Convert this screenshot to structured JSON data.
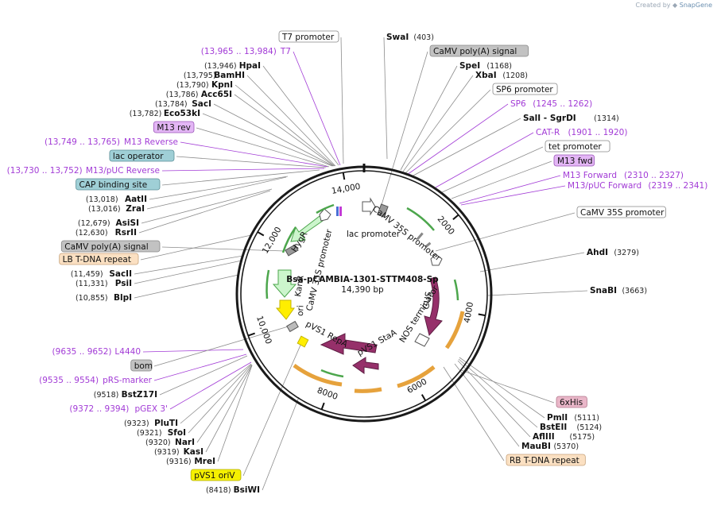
{
  "credit": {
    "prefix": "Created by",
    "brand": "SnapGene"
  },
  "plasmid": {
    "name": "Bsa-pCAMBIA-1301-STTM408-Sp",
    "size": "14,390 bp",
    "length": 14390
  },
  "ticks": [
    {
      "label": "2000",
      "pos": 2000
    },
    {
      "label": "4000",
      "pos": 4000
    },
    {
      "label": "6000",
      "pos": 6000
    },
    {
      "label": "8000",
      "pos": 8000
    },
    {
      "label": "10,000",
      "pos": 10000
    },
    {
      "label": "12,000",
      "pos": 12000
    },
    {
      "label": "14,000",
      "pos": 14000
    }
  ],
  "colors": {
    "backbone": "#1a1a1a",
    "enzyme_line": "#8c8c8c",
    "primer": "#a23bd6",
    "gus": "#96306a",
    "repa": "#96306a",
    "hygr": "#ccf5cc",
    "kanr": "#ccf5cc",
    "ori": "#ffee00",
    "orange": "#e6a23c",
    "green_line": "#4ca64c"
  },
  "right_labels": [
    {
      "id": "swai",
      "kind": "enzyme",
      "name": "SwaI",
      "pos": "(403)"
    },
    {
      "id": "camv-polya-r",
      "kind": "feature",
      "name": "CaMV poly(A) signal",
      "style": "gray"
    },
    {
      "id": "spei",
      "kind": "enzyme",
      "name": "SpeI",
      "pos": "(1168)"
    },
    {
      "id": "xbai",
      "kind": "enzyme",
      "name": "XbaI",
      "pos": "(1208)"
    },
    {
      "id": "sp6-promoter",
      "kind": "feature",
      "name": "SP6 promoter",
      "style": "white"
    },
    {
      "id": "sp6",
      "kind": "primer",
      "name": "SP6",
      "pos": "(1245 .. 1262)"
    },
    {
      "id": "sali-sgrdi",
      "kind": "enzyme",
      "name": "SalI  - SgrDI",
      "pos": "(1314)"
    },
    {
      "id": "cat-r",
      "kind": "primer",
      "name": "CAT-R",
      "pos": "(1901 .. 1920)"
    },
    {
      "id": "tet-promoter",
      "kind": "feature",
      "name": "tet promoter",
      "style": "white"
    },
    {
      "id": "m13-fwd-box",
      "kind": "feature",
      "name": "M13 fwd",
      "style": "purple"
    },
    {
      "id": "m13-forward",
      "kind": "primer",
      "name": "M13 Forward",
      "pos": "(2310 .. 2327)"
    },
    {
      "id": "m13-puc-forward",
      "kind": "primer",
      "name": "M13/pUC Forward",
      "pos": "(2319 .. 2341)"
    },
    {
      "id": "camv35s-r",
      "kind": "feature",
      "name": "CaMV 35S promoter",
      "style": "white"
    },
    {
      "id": "ahdi",
      "kind": "enzyme",
      "name": "AhdI",
      "pos": "(3279)"
    },
    {
      "id": "snabi",
      "kind": "enzyme",
      "name": "SnaBI",
      "pos": "(3663)"
    },
    {
      "id": "6xhis",
      "kind": "feature",
      "name": "6xHis",
      "style": "pink"
    },
    {
      "id": "pmli",
      "kind": "enzyme",
      "name": "PmlI",
      "pos": "(5111)"
    },
    {
      "id": "bsteii",
      "kind": "enzyme",
      "name": "BstEII",
      "pos": "(5124)"
    },
    {
      "id": "afliii",
      "kind": "enzyme",
      "name": "AflIII",
      "pos": "(5175)"
    },
    {
      "id": "maubi",
      "kind": "enzyme",
      "name": "MauBI",
      "pos": "(5370)"
    },
    {
      "id": "rb-tdna",
      "kind": "feature",
      "name": "RB T-DNA repeat",
      "style": "peach"
    }
  ],
  "left_labels": [
    {
      "id": "t7-promoter",
      "kind": "feature",
      "name": "T7 promoter",
      "style": "white"
    },
    {
      "id": "t7",
      "kind": "primer",
      "name": "T7",
      "pos": "(13,965 .. 13,984)"
    },
    {
      "id": "hpai",
      "kind": "enzyme",
      "name": "HpaI",
      "pos": "(13,946)"
    },
    {
      "id": "bamhi",
      "kind": "enzyme",
      "name": "BamHI",
      "pos": "(13,795)"
    },
    {
      "id": "kpni",
      "kind": "enzyme",
      "name": "KpnI",
      "pos": "(13,790)"
    },
    {
      "id": "acc65i",
      "kind": "enzyme",
      "name": "Acc65I",
      "pos": "(13,786)"
    },
    {
      "id": "saci",
      "kind": "enzyme",
      "name": "SacI",
      "pos": "(13,784)"
    },
    {
      "id": "eco53ki",
      "kind": "enzyme",
      "name": "Eco53kI",
      "pos": "(13,782)"
    },
    {
      "id": "m13-rev-box",
      "kind": "feature",
      "name": "M13 rev",
      "style": "purple"
    },
    {
      "id": "m13-reverse",
      "kind": "primer",
      "name": "M13 Reverse",
      "pos": "(13,749 .. 13,765)"
    },
    {
      "id": "lac-operator",
      "kind": "feature",
      "name": "lac operator",
      "style": "teal"
    },
    {
      "id": "m13-puc-reverse",
      "kind": "primer",
      "name": "M13/pUC Reverse",
      "pos": "(13,730 .. 13,752)"
    },
    {
      "id": "cap-binding",
      "kind": "feature",
      "name": "CAP binding site",
      "style": "teal"
    },
    {
      "id": "aatii",
      "kind": "enzyme",
      "name": "AatII",
      "pos": "(13,018)"
    },
    {
      "id": "zrai",
      "kind": "enzyme",
      "name": "ZraI",
      "pos": "(13,016)"
    },
    {
      "id": "asisi",
      "kind": "enzyme",
      "name": "AsiSI",
      "pos": "(12,679)"
    },
    {
      "id": "rsrii",
      "kind": "enzyme",
      "name": "RsrII",
      "pos": "(12,630)"
    },
    {
      "id": "camv-polya-l",
      "kind": "feature",
      "name": "CaMV poly(A) signal",
      "style": "gray"
    },
    {
      "id": "lb-tdna",
      "kind": "feature",
      "name": "LB T-DNA repeat",
      "style": "peach"
    },
    {
      "id": "sacii",
      "kind": "enzyme",
      "name": "SacII",
      "pos": "(11,459)"
    },
    {
      "id": "psii",
      "kind": "enzyme",
      "name": "PsiI",
      "pos": "(11,331)"
    },
    {
      "id": "blpi",
      "kind": "enzyme",
      "name": "BlpI",
      "pos": "(10,855)"
    },
    {
      "id": "l4440",
      "kind": "primer",
      "name": "L4440",
      "pos": "(9635 .. 9652)"
    },
    {
      "id": "bom",
      "kind": "feature",
      "name": "bom",
      "style": "gray"
    },
    {
      "id": "prs-marker",
      "kind": "primer",
      "name": "pRS-marker",
      "pos": "(9535 .. 9554)"
    },
    {
      "id": "bstz17i",
      "kind": "enzyme",
      "name": "BstZ17I",
      "pos": "(9518)"
    },
    {
      "id": "pgex3",
      "kind": "primer",
      "name": "pGEX 3'",
      "pos": "(9372 .. 9394)"
    },
    {
      "id": "plutI",
      "kind": "enzyme",
      "name": "PluTI",
      "pos": "(9323)"
    },
    {
      "id": "sfoi",
      "kind": "enzyme",
      "name": "SfoI",
      "pos": "(9321)"
    },
    {
      "id": "nari",
      "kind": "enzyme",
      "name": "NarI",
      "pos": "(9320)"
    },
    {
      "id": "kasi",
      "kind": "enzyme",
      "name": "KasI",
      "pos": "(9319)"
    },
    {
      "id": "mrei",
      "kind": "enzyme",
      "name": "MreI",
      "pos": "(9316)"
    },
    {
      "id": "pvs1-oriv",
      "kind": "feature",
      "name": "pVS1 oriV",
      "style": "yellow"
    },
    {
      "id": "bsiwi",
      "kind": "enzyme",
      "name": "BsiWI",
      "pos": "(8418)"
    }
  ],
  "inner_labels": [
    {
      "id": "camv35s-top",
      "text": "CaMV 35S promoter"
    },
    {
      "id": "lac-promoter",
      "text": "lac promoter"
    },
    {
      "id": "hygr",
      "text": "HygR"
    },
    {
      "id": "camv35s-left",
      "text": "CaMV 35S promoter"
    },
    {
      "id": "kanr",
      "text": "KanR"
    },
    {
      "id": "ori",
      "text": "ori"
    },
    {
      "id": "gus",
      "text": "GUS"
    },
    {
      "id": "nos-terminator",
      "text": "NOS terminator"
    },
    {
      "id": "pvs1-repa",
      "text": "pVS1 RepA"
    },
    {
      "id": "pvs1-staa",
      "text": "pVS1 StaA"
    }
  ]
}
